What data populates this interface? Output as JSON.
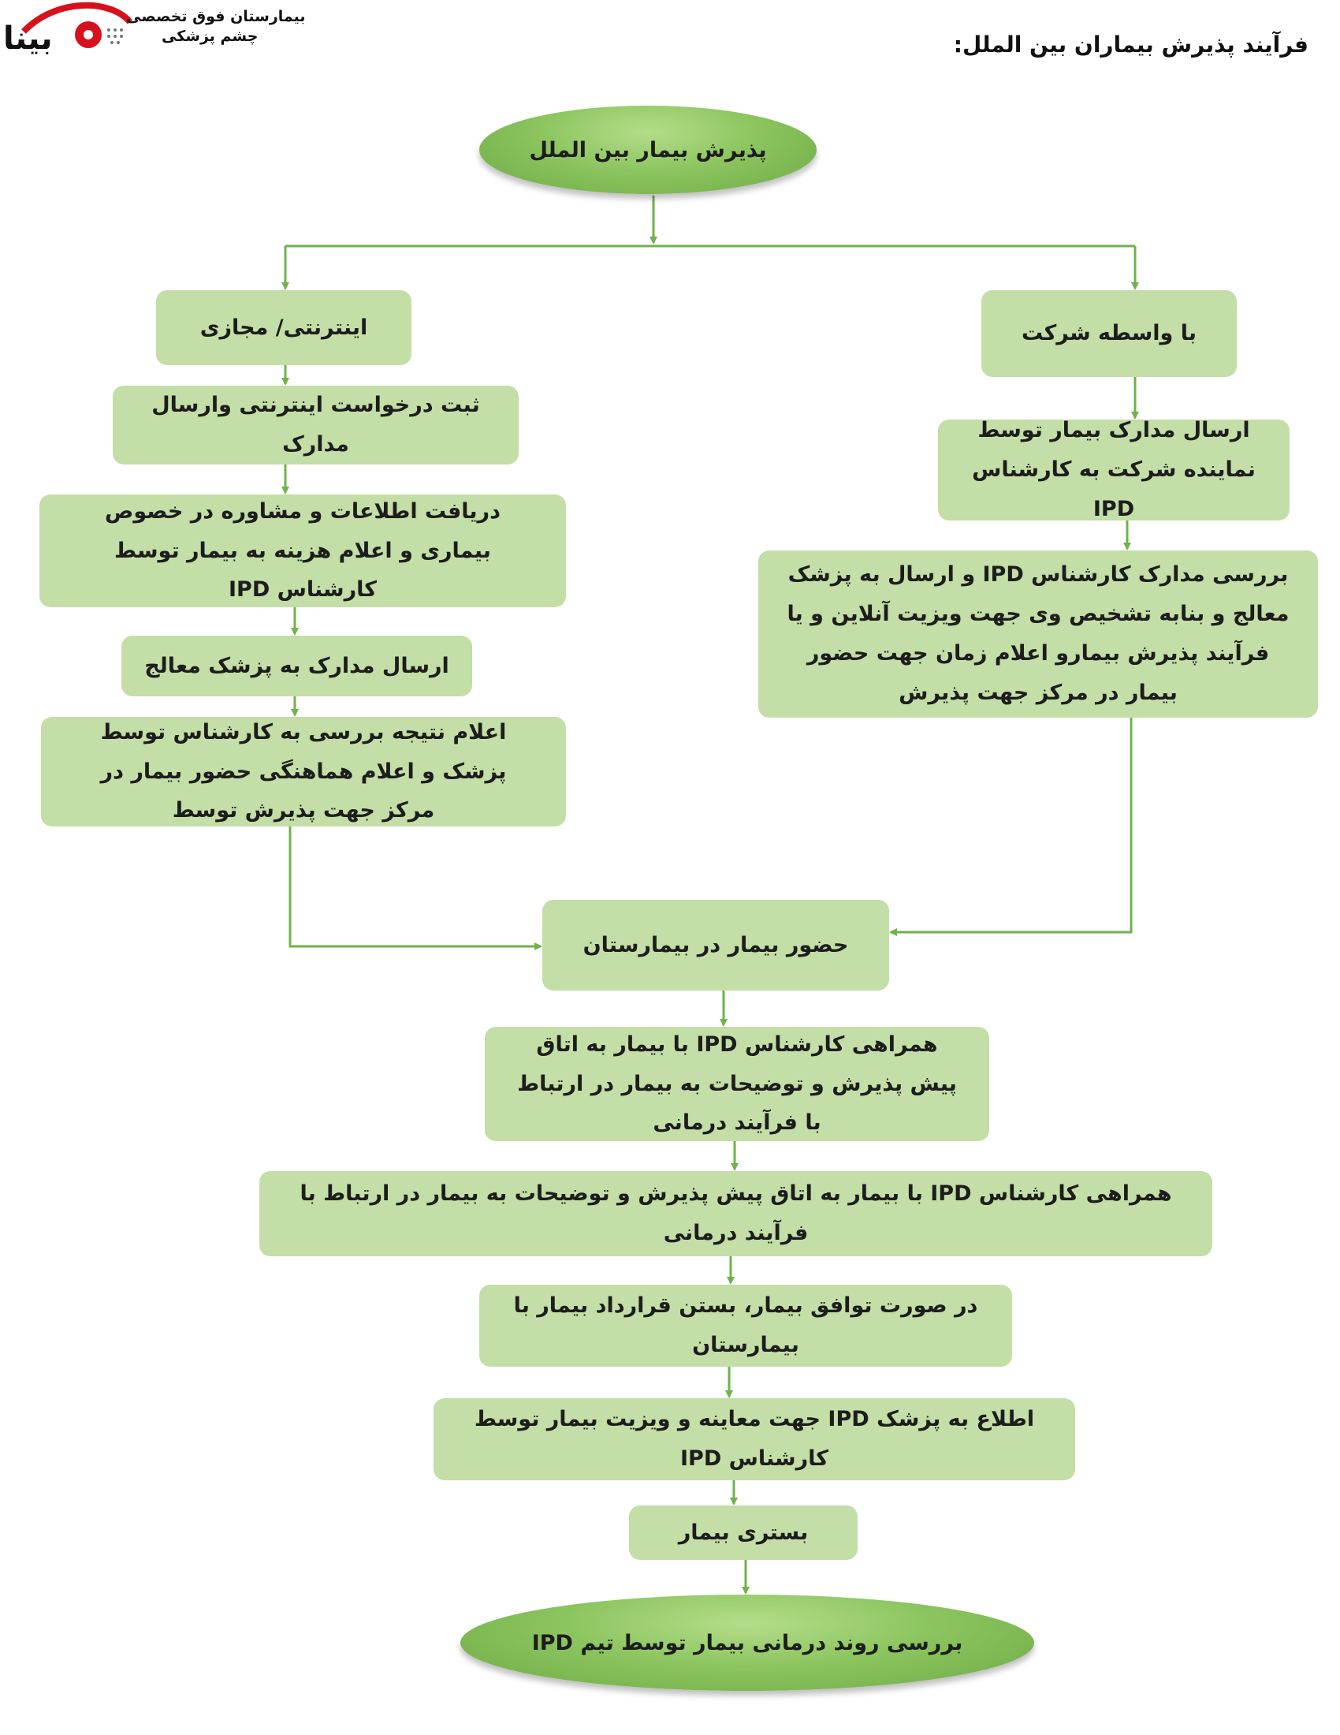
{
  "header": {
    "title": "فرآیند پذیرش بیماران بین الملل:",
    "logo_line1": "بیمارستان فوق تخصصی",
    "logo_line2": "چشم پزشکی",
    "logo_brand": "بینا"
  },
  "colors": {
    "box_fill": "#c3dea6",
    "oval_fill": "#8cc55f",
    "connector": "#6fb34a",
    "logo_red": "#d7111b"
  },
  "nodes": {
    "start": "پذیرش بیمار بین الملل",
    "online": "اینترنتی/ مجازی",
    "company": "با واسطه شرکت",
    "online_register": "ثبت درخواست اینترنتی وارسال مدارک",
    "online_info": "دریافت اطلاعات و مشاوره در خصوص بیماری و اعلام هزینه به بیمار توسط کارشناس IPD",
    "online_send": "ارسال مدارک به پزشک معالج",
    "online_result": "اعلام نتیجه بررسی به کارشناس توسط پزشک و اعلام هماهنگی حضور بیمار در مرکز جهت پذیرش توسط",
    "company_send": "ارسال مدارک بیمار توسط نماینده شرکت به کارشناس IPD",
    "company_review": "بررسی مدارک کارشناس IPD و ارسال به پزشک معالج و بنابه تشخیص وی جهت ویزیت آنلاین و یا فرآیند پذیرش بیمارو اعلام زمان جهت حضور بیمار در مرکز جهت پذیرش",
    "arrive": "حضور بیمار در بیمارستان",
    "accompany1": "همراهی کارشناس IPD با بیمار به اتاق پیش پذیرش و توضیحات به بیمار در ارتباط با فرآیند درمانی",
    "accompany2": "همراهی کارشناس IPD با بیمار به اتاق پیش پذیرش و توضیحات به بیمار در ارتباط با فرآیند درمانی",
    "contract": "در صورت توافق بیمار، بستن قرارداد بیمار با بیمارستان",
    "notify": "اطلاع به پزشک IPD جهت معاینه و ویزیت بیمار توسط کارشناس IPD",
    "admit": "بستری بیمار",
    "end": "بررسی روند درمانی بیمار توسط تیم IPD"
  }
}
